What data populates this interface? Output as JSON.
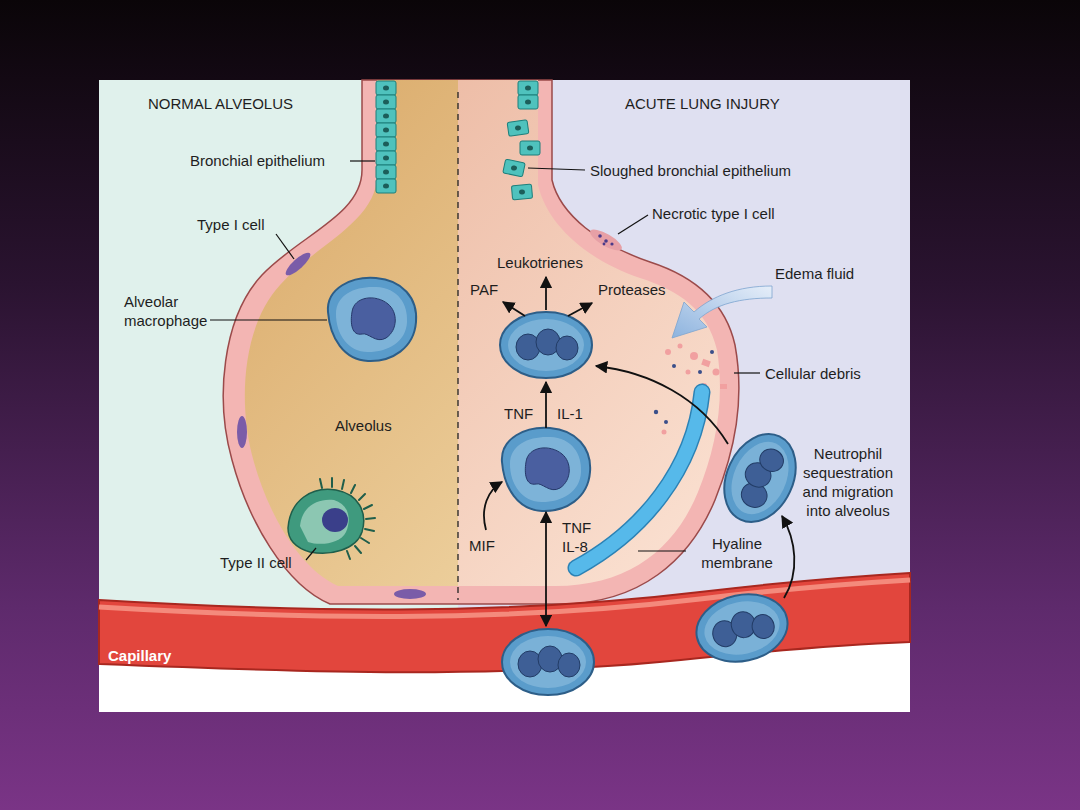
{
  "diagram": {
    "nodes": [
      {
        "text": [
          "Capillary"
        ]
      }
    ],
    "labels": [
      "NORMAL ALVEOLUS",
      "ACUTE LUNG INJURY",
      "Bronchial epithelium",
      "Type I cell",
      "Alveolar macrophage",
      "Alveolus",
      "Type II cell",
      "Sloughed bronchial epithelium",
      "Necrotic type I cell",
      "Leukotrienes",
      "PAF",
      "Proteases",
      "Edema fluid",
      "Cellular debris",
      "TNF",
      "IL-1",
      "Neutrophil sequestration and migration into alveolus",
      "MIF",
      "TNF IL-8",
      "Hyaline membrane"
    ]
  }
}
